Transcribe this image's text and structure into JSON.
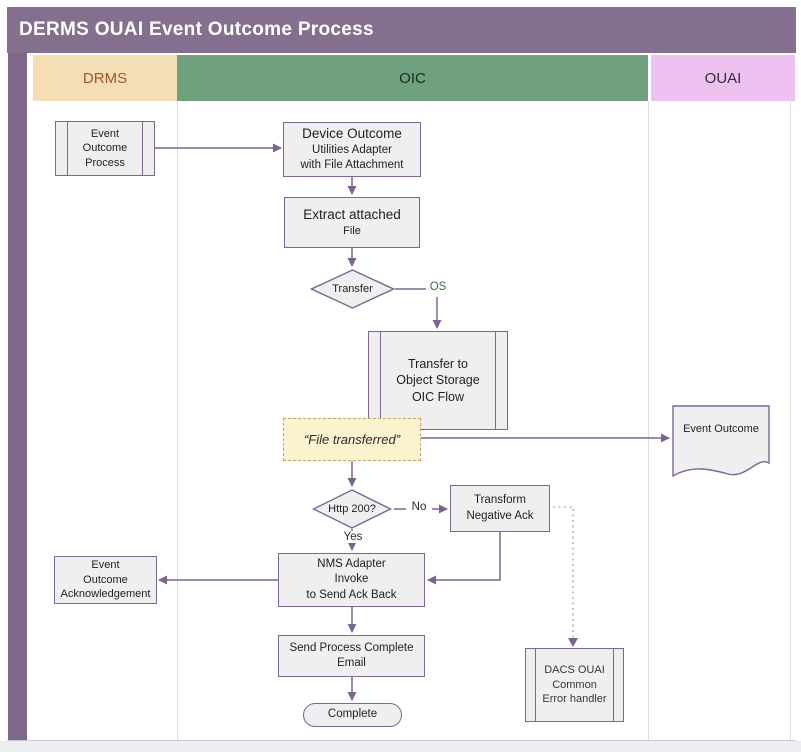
{
  "title": "DERMS OUAI Event Outcome Process",
  "lanes": {
    "drms": "DRMS",
    "oic": "OIC",
    "ouai": "OUAI"
  },
  "nodes": {
    "event_outcome_process": {
      "lines": [
        "Event",
        "Outcome",
        "Process"
      ]
    },
    "device_outcome_adapter": {
      "lines": [
        "Device Outcome",
        "Utilities Adapter",
        "with File Attachment"
      ]
    },
    "extract_attached_file": {
      "lines": [
        "Extract attached",
        "File"
      ]
    },
    "transfer_decision": {
      "label": "Transfer"
    },
    "transfer_object_storage": {
      "lines": [
        "Transfer to",
        "Object Storage",
        "OIC Flow"
      ]
    },
    "file_transferred_note": {
      "label": "“File transferred”"
    },
    "event_outcome_doc": {
      "lines": [
        "Event",
        "Outcome"
      ]
    },
    "http_200_decision": {
      "label": "Http 200?"
    },
    "transform_negative_ack": {
      "lines": [
        "Transform",
        "Negative Ack"
      ]
    },
    "nms_adapter_invoke": {
      "lines": [
        "NMS Adapter",
        "Invoke",
        "to Send Ack Back"
      ]
    },
    "event_outcome_ack": {
      "lines": [
        "Event",
        "Outcome",
        "Acknowledgement"
      ]
    },
    "send_process_complete_email": {
      "lines": [
        "Send Process Complete",
        "Email"
      ]
    },
    "complete_terminator": {
      "label": "Complete"
    },
    "dacs_error_handler": {
      "lines": [
        "DACS OUAI",
        "Common",
        "Error handler"
      ]
    }
  },
  "edge_labels": {
    "os": "OS",
    "no": "No",
    "yes": "Yes"
  },
  "colors": {
    "title_bg": "#856f8e",
    "left_bar": "#7e6889",
    "drms_header_bg": "#f5ddb5",
    "drms_header_text": "#9c5a2e",
    "oic_header_bg": "#6fa17e",
    "ouai_header_bg": "#eec2f0",
    "connector": "#7b6491",
    "node_fill": "#efeff0",
    "node_border": "#7e6694",
    "note_bg": "#fbf2d0",
    "note_border": "#c9a35f",
    "os_label_text": "#3d6b45"
  }
}
